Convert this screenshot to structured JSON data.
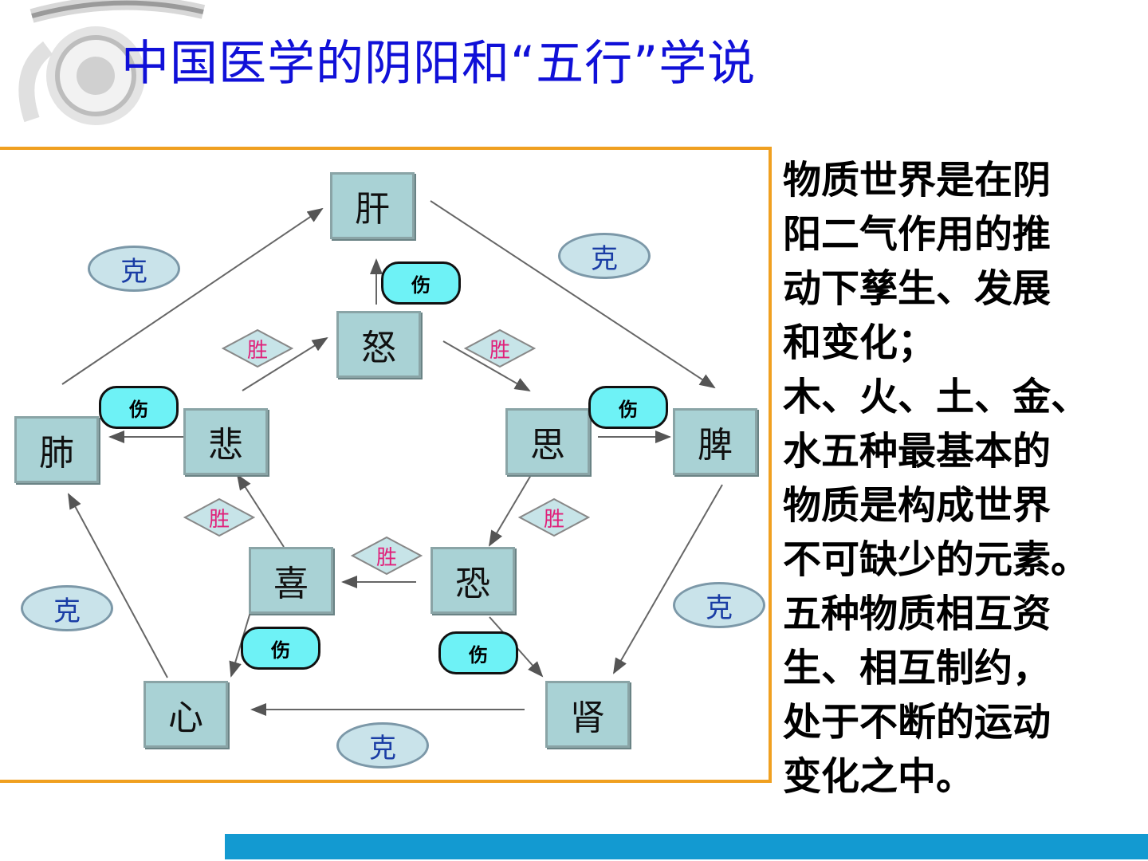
{
  "title": "中国医学的阴阳和“五行”学说",
  "nodes": {
    "gan": "肝",
    "nu": "怒",
    "fei": "肺",
    "bei": "悲",
    "si": "思",
    "pi": "脾",
    "xi": "喜",
    "kong": "恐",
    "xin": "心",
    "shen": "肾"
  },
  "labels": {
    "ke": "克",
    "shang": "伤",
    "sheng": "胜"
  },
  "text_lines": [
    "物质世界是在阴",
    "阳二气作用的推",
    "动下孳生、发展",
    "和变化；",
    "木、火、土、金、",
    "水五种最基本的",
    "物质是构成世界",
    "不可缺少的元素。",
    "五种物质相互资",
    "生、相互制约，",
    "处于不断的运动",
    "变化之中。"
  ],
  "colors": {
    "title": "#1010d8",
    "frame": "#f0a020",
    "node_fill": "#a9d2d5",
    "ke_fill": "#c9e3ea",
    "shang_fill": "#6ef2f6",
    "sheng_text": "#e0207a",
    "bottom_bar": "#139ad1"
  }
}
